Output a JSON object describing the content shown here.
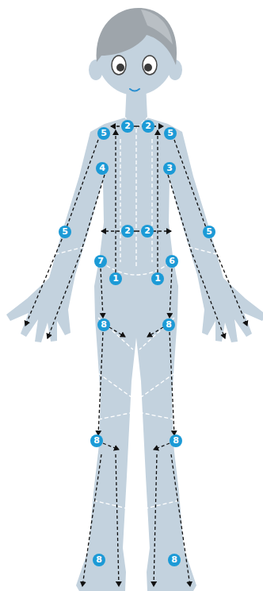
{
  "diagram": {
    "labels": [
      "5",
      "2",
      "2",
      "5",
      "4",
      "3",
      "5",
      "2",
      "2",
      "5",
      "7",
      "6",
      "1",
      "1",
      "8",
      "8",
      "8",
      "8",
      "8",
      "8"
    ]
  }
}
